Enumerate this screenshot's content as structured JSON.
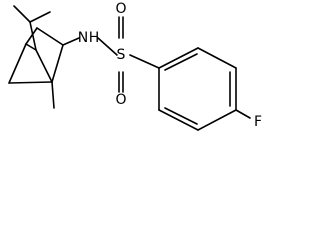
{
  "molecule": {
    "atoms": {
      "nitrogen": "N",
      "hydrogen": "H",
      "sulfur": "S",
      "oxygen_top": "O",
      "oxygen_bottom": "O",
      "fluorine": "F"
    },
    "colors": {
      "ink": "#000000",
      "background": "#ffffff"
    }
  }
}
